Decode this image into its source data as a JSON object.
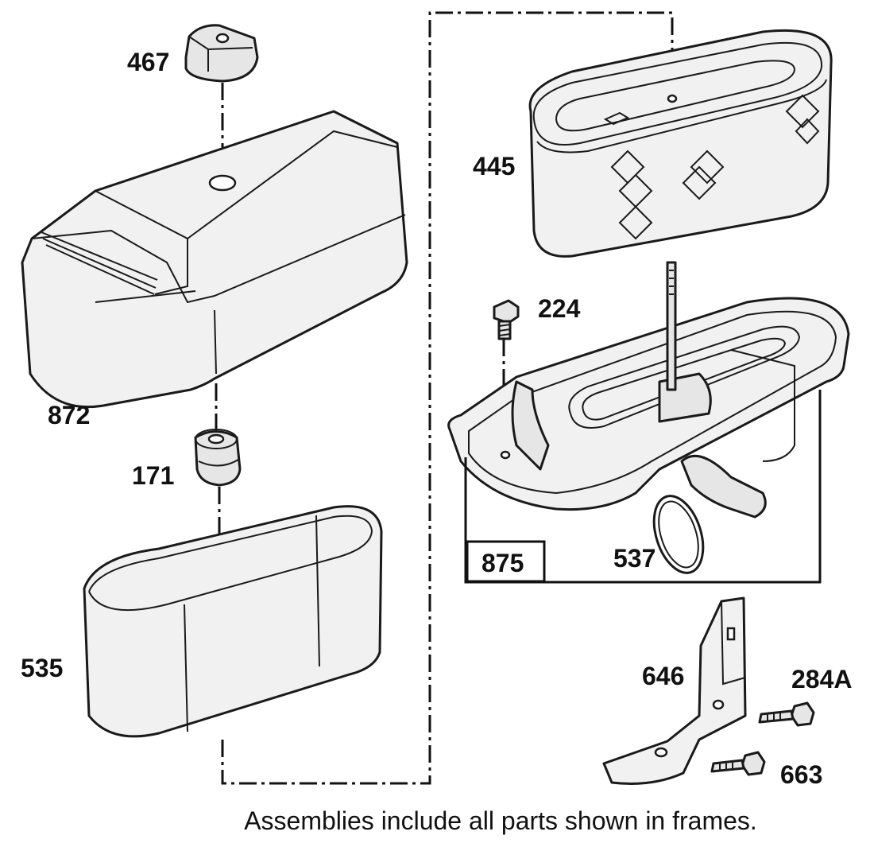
{
  "caption": "Assemblies include all parts shown in frames.",
  "labels": {
    "p467": "467",
    "p872": "872",
    "p171": "171",
    "p535": "535",
    "p445": "445",
    "p224": "224",
    "p875": "875",
    "p537": "537",
    "p646": "646",
    "p284A": "284A",
    "p663": "663"
  },
  "colors": {
    "line": "#1a1a1a",
    "part_fill": "#f1f1f1",
    "background": "#ffffff"
  }
}
